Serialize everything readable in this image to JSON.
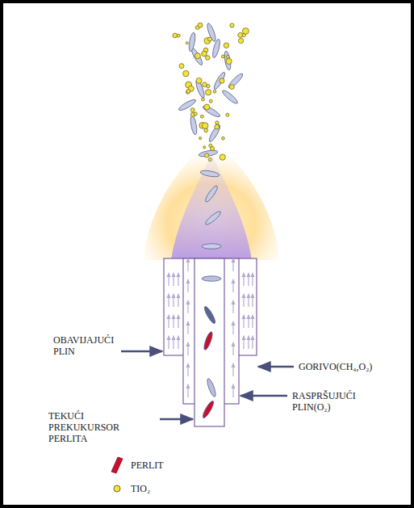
{
  "diagram": {
    "labels": [
      "OBAVIJAJUĆI PLIN",
      "GORIVO(CH₄,O₂)",
      "RASPRŠUJUĆI PLIN(O₂)",
      "TEKUĆI PREKUKURSOR PERLITA"
    ],
    "legend": [
      {
        "text": "PERLIT"
      },
      {
        "text": "TIO₂"
      }
    ]
  }
}
